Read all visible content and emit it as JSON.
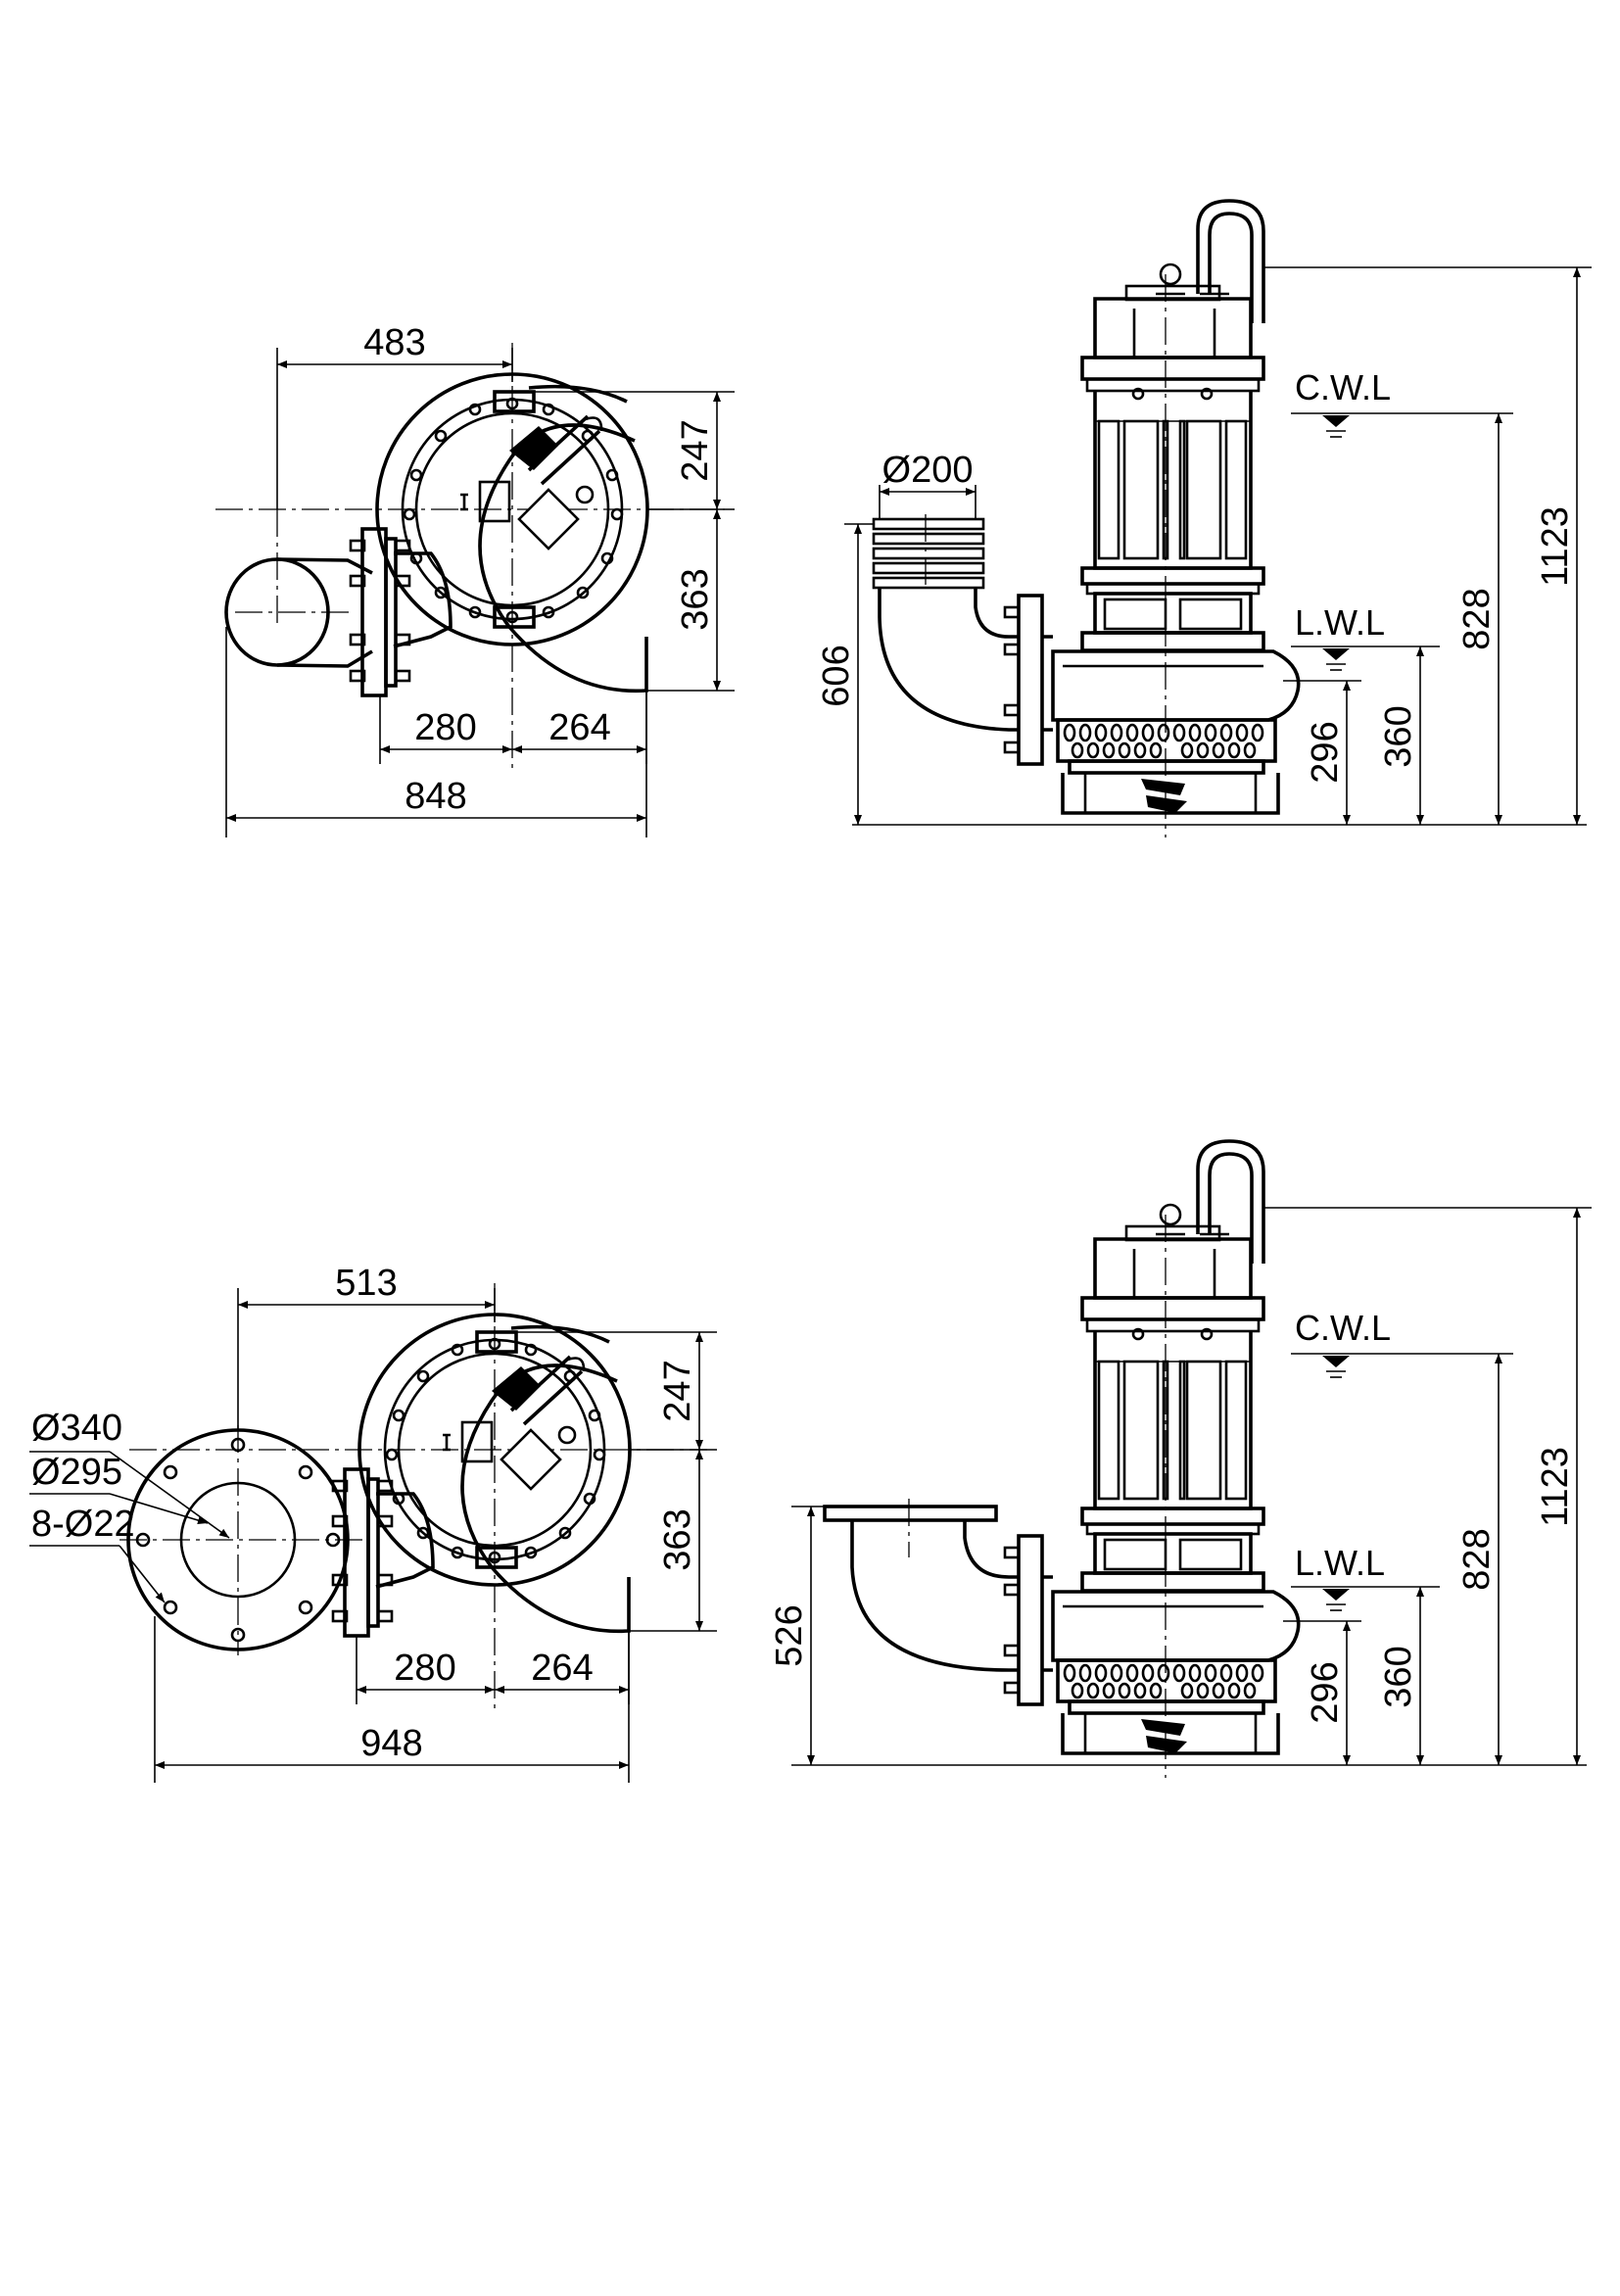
{
  "top": {
    "plan": {
      "dim_overall_width": "848",
      "dim_center_to_pipe": "483",
      "dim_left_of_center": "280",
      "dim_right_of_center": "264",
      "dim_top": "247",
      "dim_bottom": "363"
    },
    "elevation": {
      "outlet_diameter": "Ø200",
      "dim_outlet_height": "606",
      "cwl_label": "C.W.L",
      "lwl_label": "L.W.L",
      "dim_total_height": "1123",
      "dim_cwl_height": "828",
      "dim_lwl_height": "360",
      "dim_pipe_center_height": "296"
    }
  },
  "bottom": {
    "plan": {
      "dim_overall_width": "948",
      "dim_center_to_flange": "513",
      "dim_left_of_center": "280",
      "dim_right_of_center": "264",
      "dim_top": "247",
      "dim_bottom": "363",
      "flange_outer_diameter": "Ø340",
      "bolt_circle_diameter": "Ø295",
      "bolt_holes": "8-Ø22"
    },
    "elevation": {
      "dim_outlet_height": "526",
      "cwl_label": "C.W.L",
      "lwl_label": "L.W.L",
      "dim_total_height": "1123",
      "dim_cwl_height": "828",
      "dim_lwl_height": "360",
      "dim_pipe_center_height": "296"
    }
  }
}
